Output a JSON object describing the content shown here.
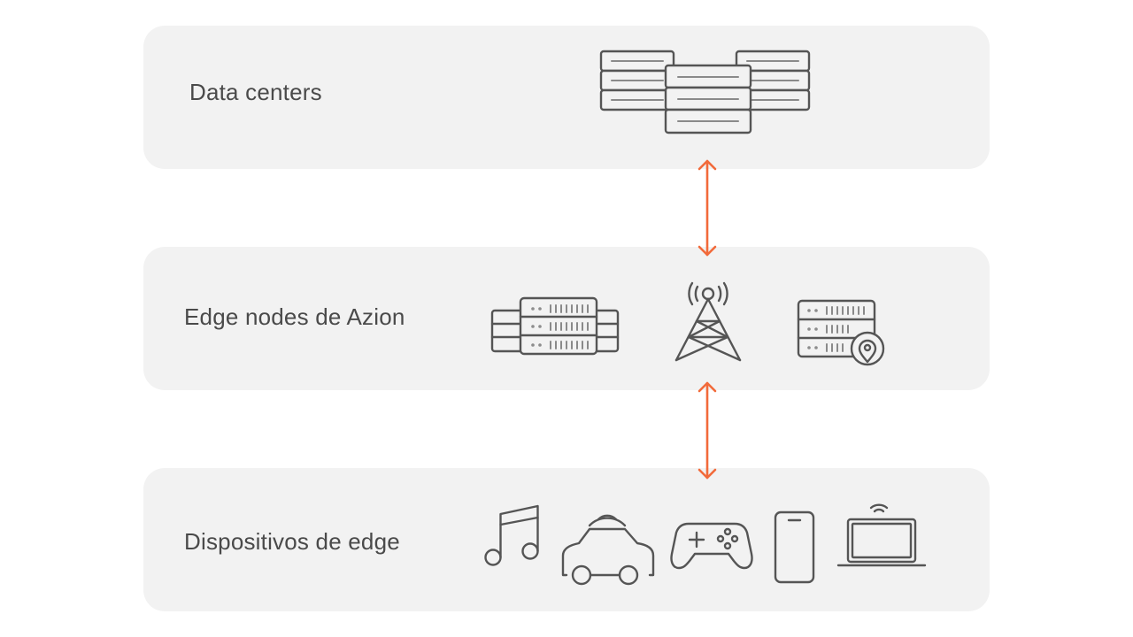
{
  "layers": [
    {
      "id": "data-centers",
      "label": "Data centers"
    },
    {
      "id": "edge-nodes",
      "label": "Edge nodes de Azion"
    },
    {
      "id": "edge-devices",
      "label": "Dispositivos de edge"
    }
  ],
  "icons": {
    "data_centers": [
      "server-rack-stack-icon"
    ],
    "edge_nodes": [
      "server-rack-icon",
      "cell-tower-icon",
      "server-location-icon"
    ],
    "edge_devices": [
      "music-note-icon",
      "connected-car-icon",
      "gamepad-icon",
      "smartphone-icon",
      "laptop-wifi-icon"
    ]
  },
  "colors": {
    "panel": "#f2f2f2",
    "arrow": "#f26a3a",
    "icon": "#555555",
    "text": "#4a4a4a"
  }
}
